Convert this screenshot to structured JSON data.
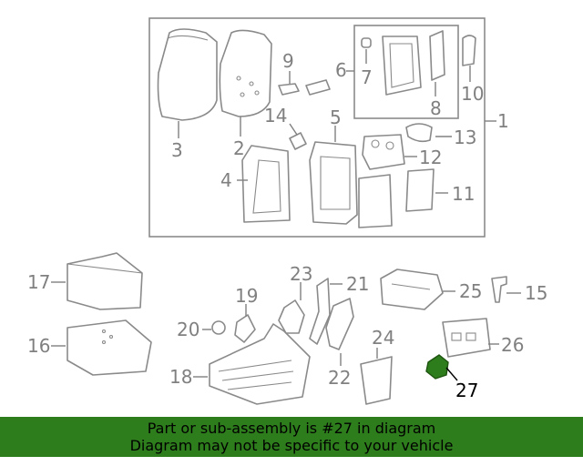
{
  "callouts": {
    "n1": "1",
    "n2": "2",
    "n3": "3",
    "n4": "4",
    "n5": "5",
    "n6": "6",
    "n7": "7",
    "n8": "8",
    "n9": "9",
    "n10": "10",
    "n11": "11",
    "n12": "12",
    "n13": "13",
    "n14": "14",
    "n15": "15",
    "n16": "16",
    "n17": "17",
    "n18": "18",
    "n19": "19",
    "n20": "20",
    "n21": "21",
    "n22": "22",
    "n23": "23",
    "n24": "24",
    "n25": "25",
    "n26": "26",
    "n27": "27"
  },
  "highlight_color": "#2e7d1c",
  "banner": {
    "line1": "Part or sub-assembly is #27 in diagram",
    "line2": "Diagram may not be specific to your vehicle"
  }
}
